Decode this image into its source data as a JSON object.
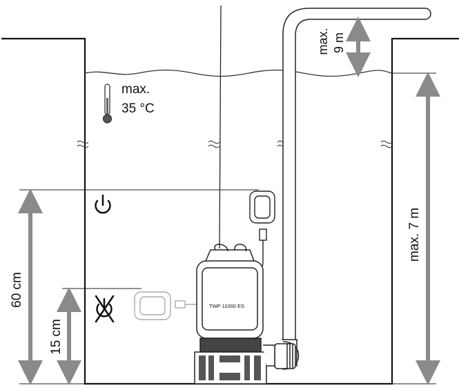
{
  "temperature": {
    "label_line1": "max.",
    "label_line2": "35 °C",
    "icon": "thermometer-icon"
  },
  "outlet_height": {
    "label_line1": "max.",
    "label_line2": "9 m",
    "icon": "vertical-arrow"
  },
  "immersion_depth": {
    "label": "max. 7 m",
    "icon": "vertical-arrow"
  },
  "switch_on_level": {
    "label": "60 cm",
    "icon": "power-on-icon"
  },
  "switch_off_level": {
    "label": "15 cm",
    "icon": "power-off-crossed-icon"
  },
  "pump": {
    "model_label": "TWP 11000 ES"
  },
  "colors": {
    "arrow": "#8a8a8a",
    "line": "#222222",
    "wall": "#111111",
    "pump_fill": "#ffffff"
  }
}
